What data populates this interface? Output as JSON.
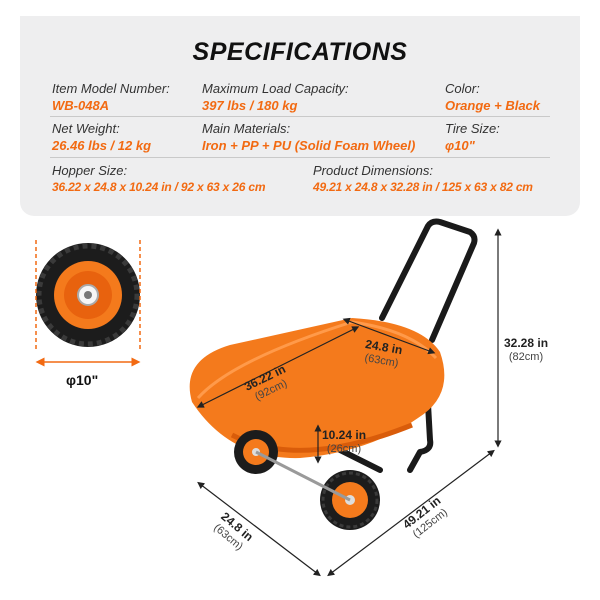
{
  "title": "SPECIFICATIONS",
  "specs": {
    "model_label": "Item Model Number:",
    "model_value": "WB-048A",
    "capacity_label": "Maximum Load Capacity:",
    "capacity_value": "397 lbs / 180 kg",
    "color_label": "Color:",
    "color_value": "Orange + Black",
    "weight_label": "Net Weight:",
    "weight_value": "26.46 lbs / 12 kg",
    "materials_label": "Main Materials:",
    "materials_value": "Iron + PP + PU (Solid Foam Wheel)",
    "tire_label": "Tire Size:",
    "tire_value": "φ10\"",
    "hopper_label": "Hopper Size:",
    "hopper_value": "36.22 x 24.8 x 10.24 in / 92 x 63 x 26 cm",
    "dimensions_label": "Product Dimensions:",
    "dimensions_value": "49.21 x 24.8 x 32.28 in / 125 x 63 x 82 cm"
  },
  "diagram": {
    "tire_diameter": "φ10\"",
    "hopper_length": {
      "value": "36.22 in",
      "sub": "(92cm)"
    },
    "hopper_width": {
      "value": "24.8 in",
      "sub": "(63cm)"
    },
    "hopper_depth": {
      "value": "10.24 in",
      "sub": "(26cm)"
    },
    "height": {
      "value": "32.28 in",
      "sub": "(82cm)"
    },
    "overall_width": {
      "value": "24.8 in",
      "sub": "(63cm)"
    },
    "overall_length": {
      "value": "49.21 in",
      "sub": "(125cm)"
    }
  },
  "colors": {
    "accent": "#f26a12",
    "body_orange": "#f47a1c",
    "frame_black": "#1a1a1a",
    "panel_gray": "#eeeeef"
  }
}
